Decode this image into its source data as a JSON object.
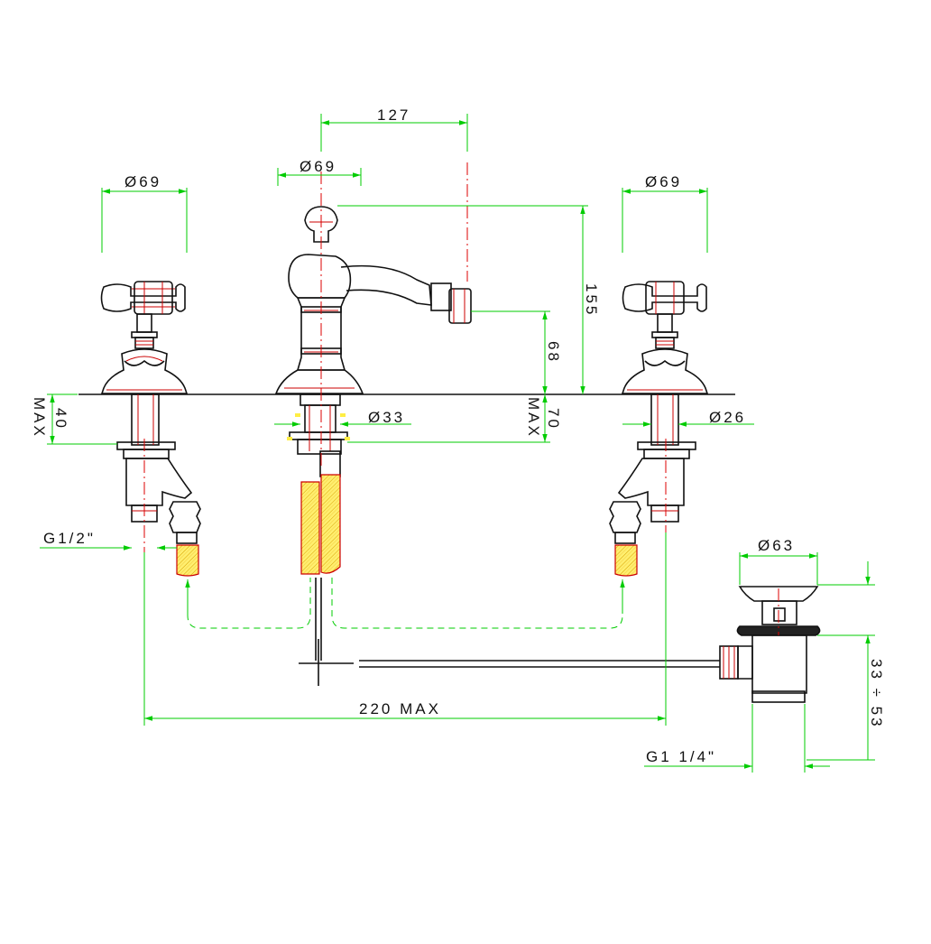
{
  "dimensions": {
    "spout_reach": "127",
    "spout_diameter": "Ø69",
    "left_handle_diameter": "Ø69",
    "right_handle_diameter": "Ø69",
    "spout_height": "155",
    "outlet_height": "68",
    "max_deck_left_value": "40",
    "max_deck_left_label": "MAX",
    "max_deck_center_value": "70",
    "max_deck_center_label": "MAX",
    "center_hole": "Ø33",
    "side_hole": "Ø26",
    "inlet_thread": "G1/2\"",
    "max_spacing": "220 MAX",
    "waste_diameter": "Ø63",
    "waste_adjust": "33 ÷ 53",
    "waste_thread": "G1 1/4\""
  },
  "colors": {
    "outline": "#111111",
    "centerline": "#dd0000",
    "dimension": "#00cc00",
    "hose_fill": "#ffee66"
  }
}
